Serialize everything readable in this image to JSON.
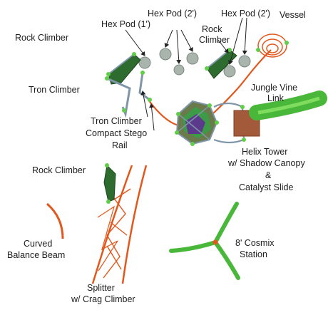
{
  "labels": {
    "rock_climber_1": "Rock Climber",
    "hex_pod_1": "Hex Pod (1')",
    "hex_pod_2a": "Hex Pod (2')",
    "rock_climber_2_line1": "Rock",
    "rock_climber_2_line2": "Climber",
    "hex_pod_2b": "Hex Pod (2')",
    "vessel": "Vessel",
    "tron_climber_1": "Tron Climber",
    "jungle_vine_line1": "Jungle Vine",
    "jungle_vine_line2": "Link",
    "tron_climber_2": "Tron Climber",
    "compact_stego_line1": "Compact Stego",
    "compact_stego_line2": "Rail",
    "helix_line1": "Helix Tower",
    "helix_line2": "w/ Shadow Canopy",
    "helix_line3": "&",
    "helix_line4": "Catalyst Slide",
    "rock_climber_3": "Rock Climber",
    "cosmix_line1": "8' Cosmix",
    "cosmix_line2": "Station",
    "balance_line1": "Curved",
    "balance_line2": "Balance Beam",
    "splitter_line1": "Splitter",
    "splitter_line2": "w/ Crag Climber"
  },
  "colors": {
    "rail": "#e4571c",
    "steel": "#7f96a8",
    "green": "#49b83a",
    "dark_green": "#2e6b2e",
    "pod": "#a9b4ad",
    "node": "#5fcf47",
    "leader": "#222222"
  }
}
